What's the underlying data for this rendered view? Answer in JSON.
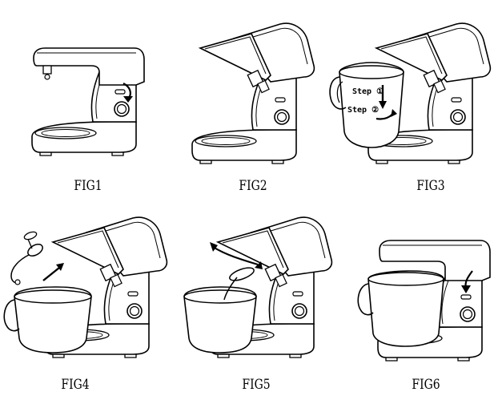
{
  "figures": [
    {
      "caption": "FIG1"
    },
    {
      "caption": "FIG2"
    },
    {
      "caption": "FIG3",
      "steps": [
        "Step ①",
        "Step ②"
      ]
    },
    {
      "caption": "FIG4"
    },
    {
      "caption": "FIG5"
    },
    {
      "caption": "FIG6"
    }
  ],
  "colors": {
    "line": "#000000",
    "background": "#ffffff"
  }
}
